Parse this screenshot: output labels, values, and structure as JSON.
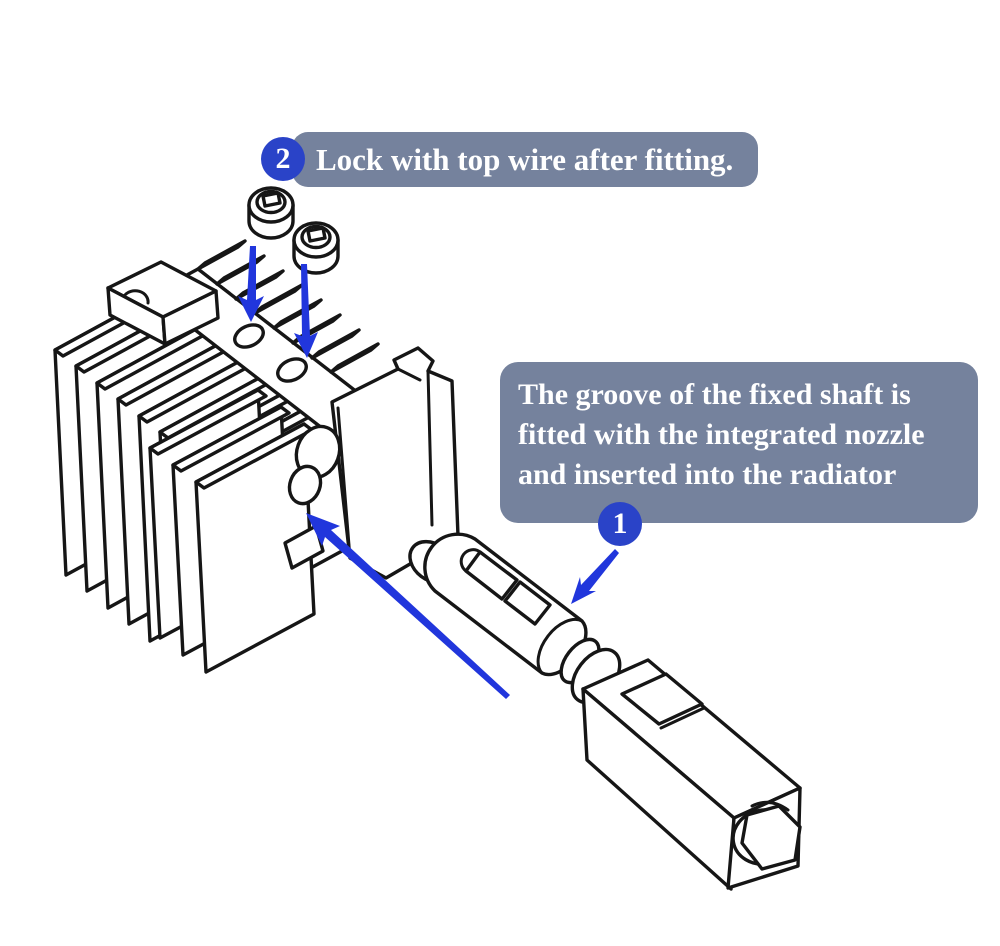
{
  "figure": {
    "kind": "assembly instruction diagram",
    "subject": "hotend integrated nozzle inserted into radiator heatsink and locked with top screws"
  },
  "colors": {
    "background": "#FFFFFF",
    "callout_panel": "#75829D",
    "step_badge": "#2A43C8",
    "arrow_blue": "#2136DC",
    "line_art": "#161616",
    "text": "#FFFFFF"
  },
  "annotations": {
    "step2": {
      "number": "2",
      "label": "Lock with top wire after fitting."
    },
    "step1": {
      "number": "1",
      "lines": [
        "The groove of the fixed shaft is",
        "fitted with the integrated nozzle",
        "and inserted into the radiator"
      ]
    }
  },
  "parts": {
    "radiator": "finned radiator heatsink with top plate, two screw holes and front groove",
    "screws": "two socket head fixing screws above the radiator",
    "nozzle": "integrated nozzle unit: grooved fixed shaft, collar flange, heater block, hex nozzle tip",
    "arrows": "two short blue arrows from screws into holes, long blue insertion arrow into radiator groove, short arrow from step 1 badge to shaft"
  }
}
